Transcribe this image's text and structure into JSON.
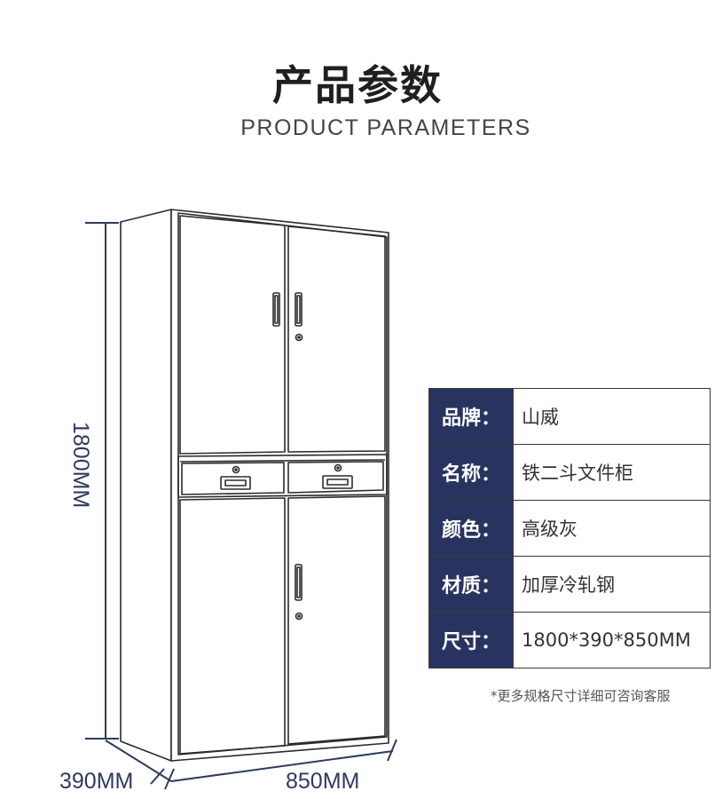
{
  "header": {
    "title": "产品参数",
    "subtitle": "PRODUCT PARAMETERS"
  },
  "dimensions": {
    "height": "1800MM",
    "depth": "390MM",
    "width": "850MM"
  },
  "params": [
    {
      "key": "品牌：",
      "value": "山威"
    },
    {
      "key": "名称：",
      "value": "铁二斗文件柜"
    },
    {
      "key": "颜色：",
      "value": "高级灰"
    },
    {
      "key": "材质：",
      "value": "加厚冷轧钢"
    },
    {
      "key": "尺寸：",
      "value": "1800*390*850MM"
    }
  ],
  "note": "*更多规格尺寸详细可咨询客服",
  "colors": {
    "label_bg": "#28345f",
    "dimension_line": "#2f3a5f",
    "outline": "#2b2b2b"
  }
}
